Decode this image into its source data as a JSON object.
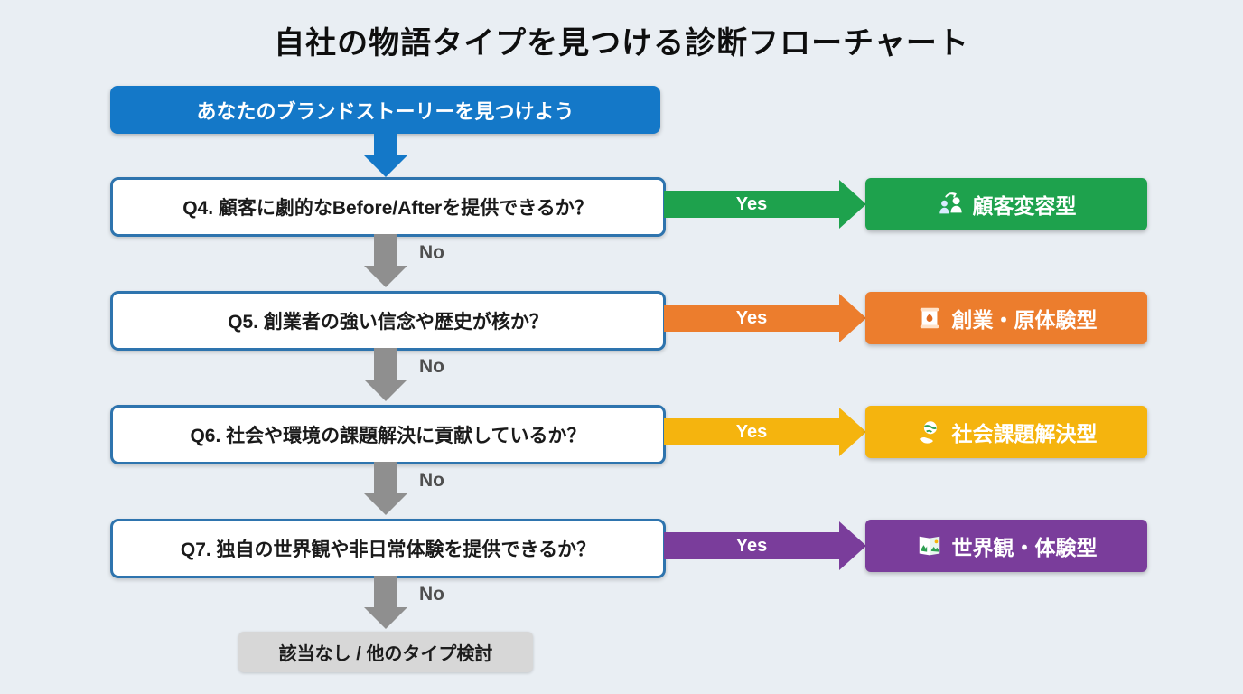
{
  "title": "自社の物語タイプを見つける診断フローチャート",
  "start": {
    "label": "あなたのブランドストーリーを見つけよう",
    "color": "#1478c8"
  },
  "labels": {
    "yes": "Yes",
    "no": "No"
  },
  "questions": [
    {
      "label": "Q4. 顧客に劇的なBefore/Afterを提供できるか？",
      "result": "顧客変容型",
      "color": "#1ea24d",
      "icon": "customer-transformation-icon"
    },
    {
      "label": "Q5. 創業者の強い信念や歴史が核か？",
      "result": "創業・原体験型",
      "color": "#ec7d2d",
      "icon": "founder-scroll-icon"
    },
    {
      "label": "Q6. 社会や環境の課題解決に貢献しているか？",
      "result": "社会課題解決型",
      "color": "#f5b40e",
      "icon": "globe-hand-icon"
    },
    {
      "label": "Q7. 独自の世界観や非日常体験を提供できるか？",
      "result": "世界観・体験型",
      "color": "#7a3d9b",
      "icon": "world-experience-icon"
    }
  ],
  "end": {
    "label": "該当なし / 他のタイプ検討"
  },
  "colors": {
    "background": "#e9eef3",
    "arrow_gray": "#8f8f8f",
    "question_border": "#2e74ae"
  }
}
